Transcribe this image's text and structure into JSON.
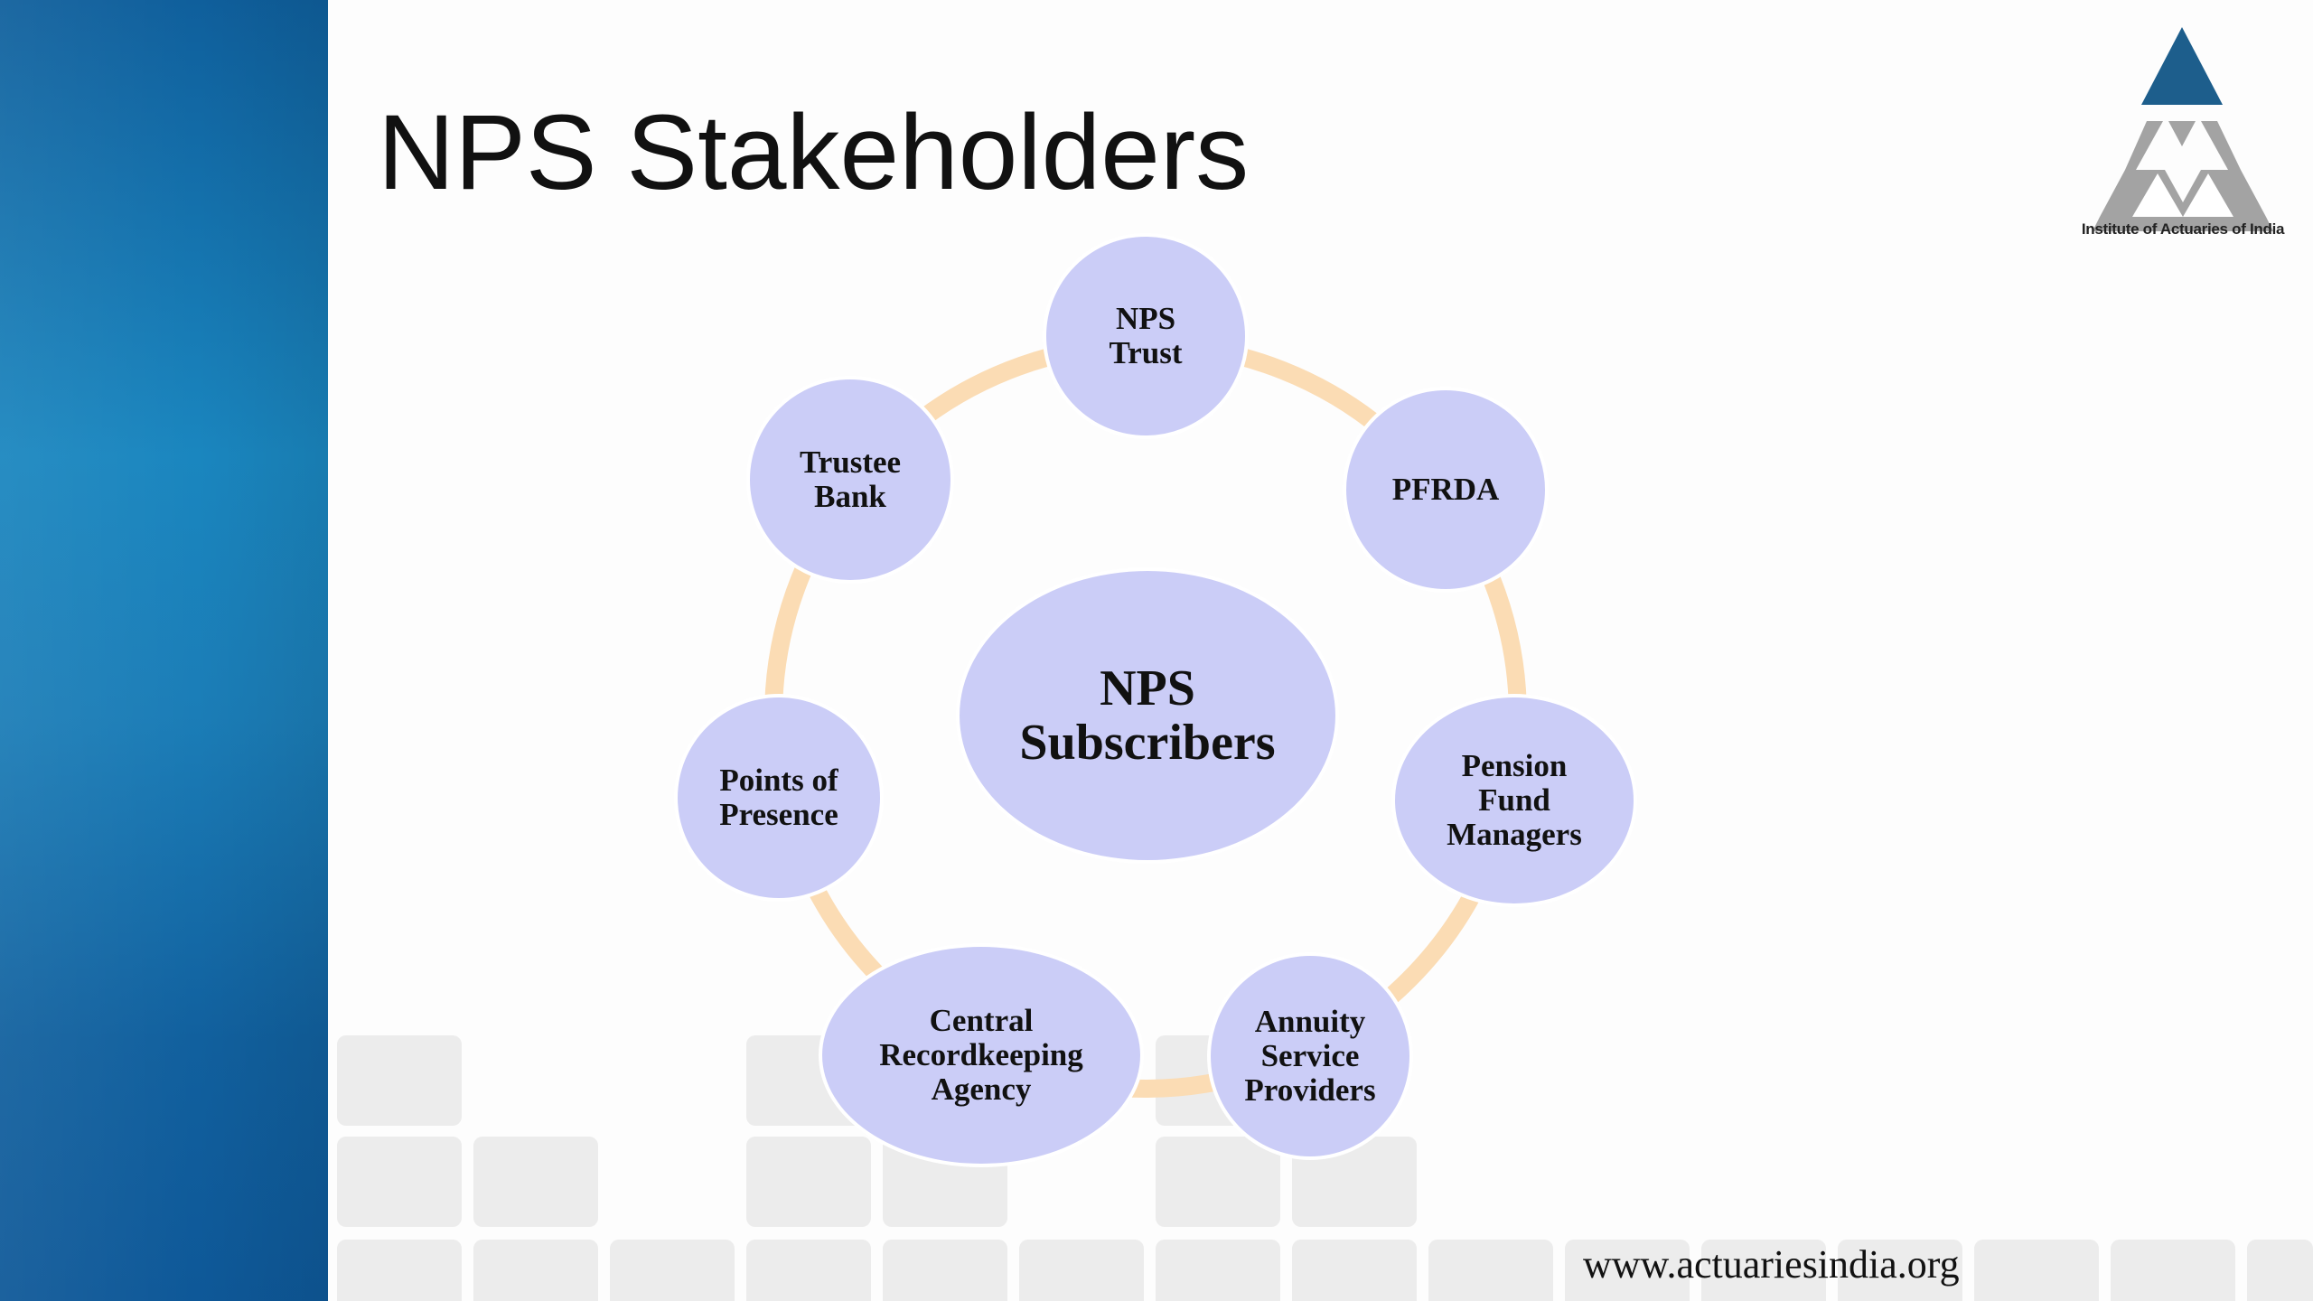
{
  "slide": {
    "title": "NPS Stakeholders",
    "logo_caption": "Institute of Actuaries of India",
    "website": "www.actuariesindia.org"
  },
  "diagram": {
    "center": "NPS\nSubscribers",
    "nodes": [
      "NPS\nTrust",
      "PFRDA",
      "Pension\nFund\nManagers",
      "Annuity\nService\nProviders",
      "Central\nRecordkeeping\nAgency",
      "Points of\nPresence",
      "Trustee\nBank"
    ]
  },
  "colors": {
    "band": "#1a7cb8",
    "node_fill": "#cbcdf7",
    "ring": "#fbdcb4",
    "logo_blue": "#1d5e8c",
    "logo_gray": "#a3a3a3",
    "tile": "#ececec"
  }
}
